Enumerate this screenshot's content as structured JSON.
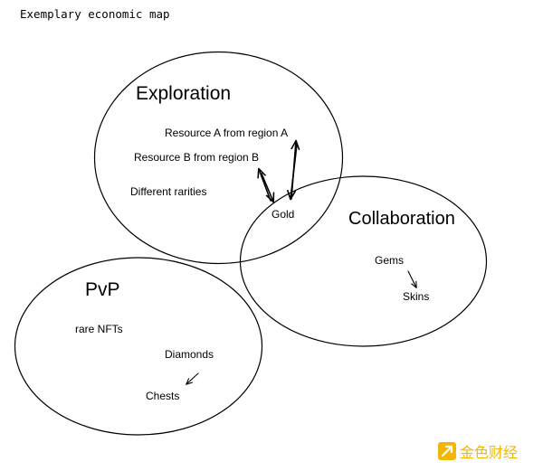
{
  "diagram": {
    "title": "Exemplary economic map",
    "regions": {
      "exploration": {
        "label": "Exploration",
        "items": {
          "resource_a": "Resource A from region A",
          "resource_b": "Resource B from region B",
          "rarities": "Different rarities"
        }
      },
      "collaboration": {
        "label": "Collaboration",
        "items": {
          "gems": "Gems",
          "skins": "Skins"
        }
      },
      "pvp": {
        "label": "PvP",
        "items": {
          "rare_nfts": "rare NFTs",
          "diamonds": "Diamonds",
          "chests": "Chests"
        }
      },
      "overlap": {
        "gold": "Gold"
      }
    },
    "arrows": [
      {
        "from": "Gold",
        "to": "Resource A from region A",
        "bidirectional": true
      },
      {
        "from": "Gold",
        "to": "Resource B from region B",
        "bidirectional": true
      },
      {
        "from": "Gems",
        "to": "Skins",
        "bidirectional": false
      },
      {
        "from": "Diamonds",
        "to": "Chests",
        "bidirectional": false
      }
    ]
  },
  "watermark": {
    "text": "金色财经",
    "color": "#f2b705"
  }
}
